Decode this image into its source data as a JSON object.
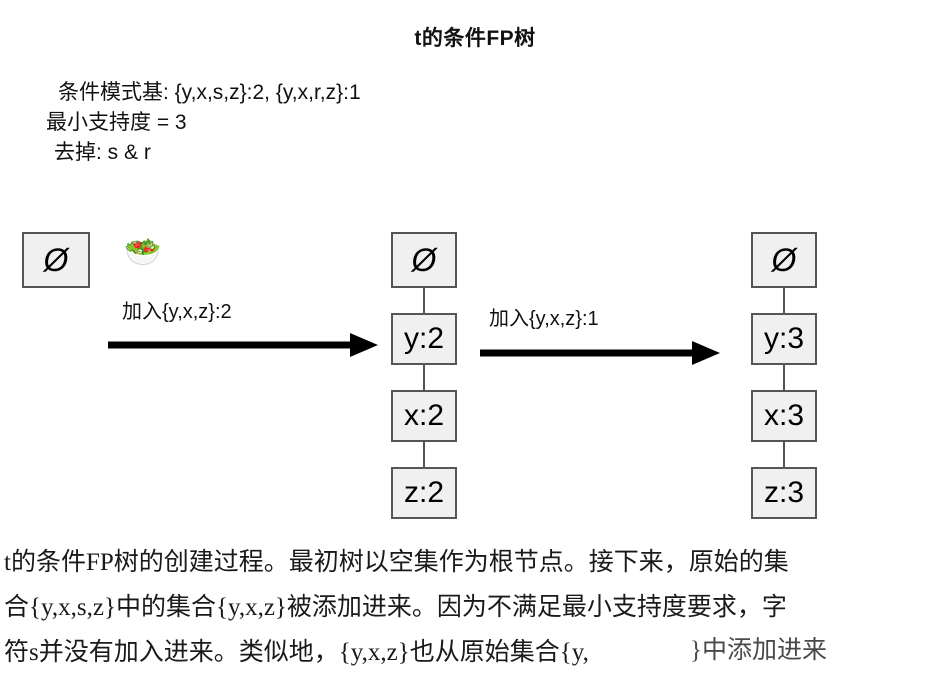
{
  "title": "t的条件FP树",
  "header": {
    "line1": "条件模式基: {y,x,s,z}:2, {y,x,r,z}:1",
    "line2": "最小支持度 = 3",
    "line3": "去掉: s & r"
  },
  "diagram": {
    "emoji_icon": "salad-bowl-emoji",
    "emoji_glyph": "🥗",
    "arrow1_label": "加入{y,x,z}:2",
    "arrow2_label": "加入{y,x,z}:1",
    "trees": [
      {
        "name": "initial-tree",
        "nodes": [
          {
            "label": "Ø"
          }
        ]
      },
      {
        "name": "tree-after-first-insert",
        "nodes": [
          {
            "label": "Ø"
          },
          {
            "label": "y:2"
          },
          {
            "label": "x:2"
          },
          {
            "label": "z:2"
          }
        ]
      },
      {
        "name": "tree-after-second-insert",
        "nodes": [
          {
            "label": "Ø"
          },
          {
            "label": "y:3"
          },
          {
            "label": "x:3"
          },
          {
            "label": "z:3"
          }
        ]
      }
    ]
  },
  "caption": {
    "line1": "t的条件FP树的创建过程。最初树以空集作为根节点。接下来，原始的集",
    "line2": "合{y,x,s,z}中的集合{y,x,z}被添加进来。因为不满足最小支持度要求，字",
    "line3": "符s并没有加入进来。类似地，{y,x,z}也从原始集合{y,",
    "line3_tail": "}中添加进来"
  },
  "colors": {
    "node_fill": "#f0f0f0",
    "node_border": "#555555",
    "arrow": "#000000",
    "text": "#111111",
    "background": "#ffffff"
  }
}
